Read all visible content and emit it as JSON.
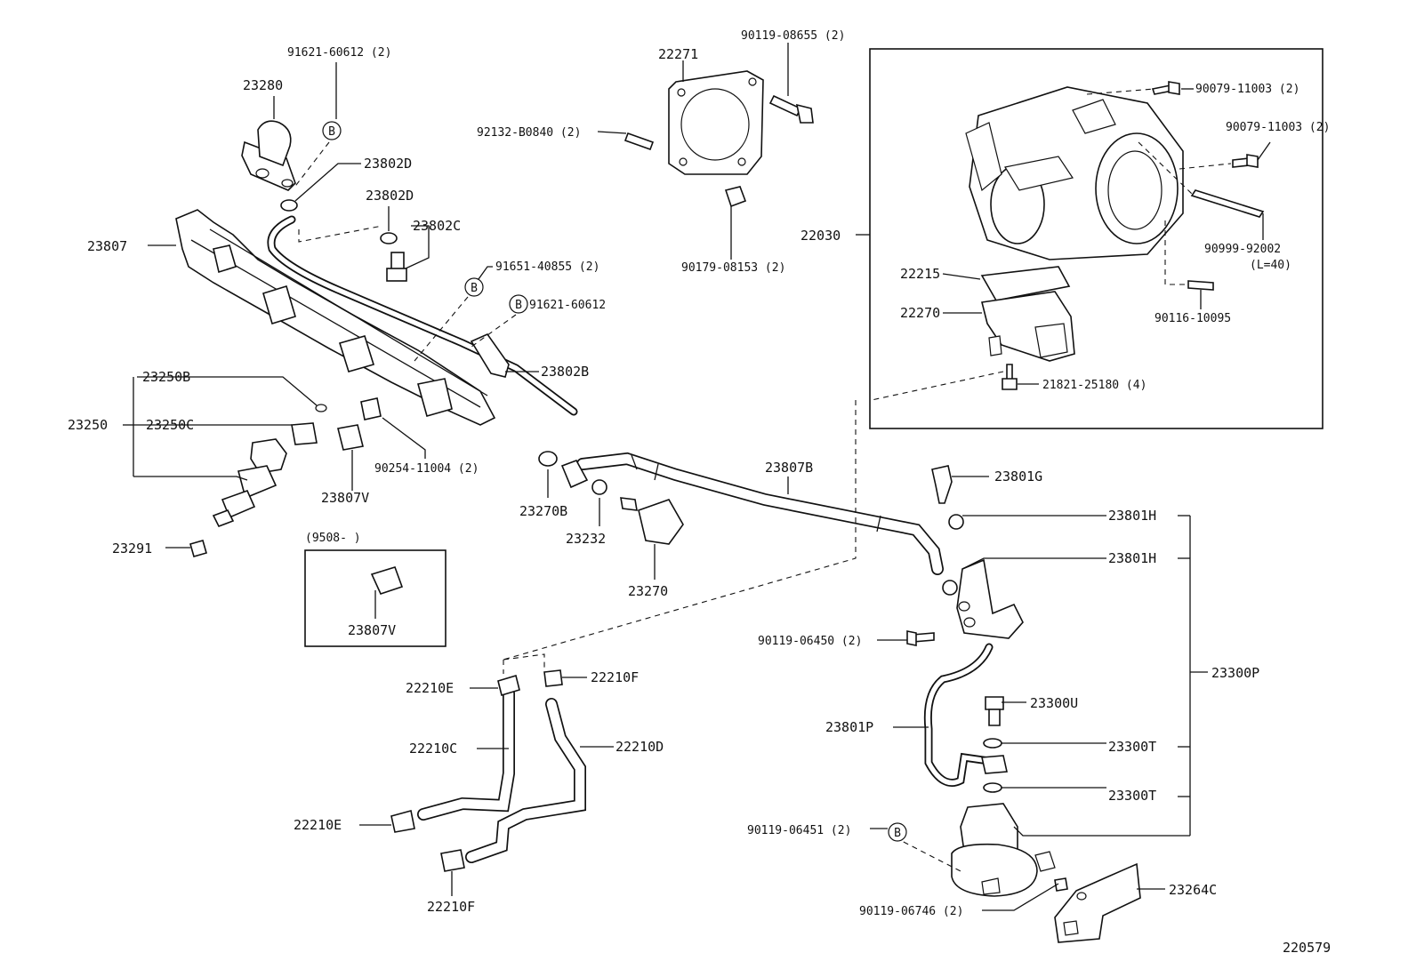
{
  "labels": {
    "p_91621_60612_2": "91621-60612 (2)",
    "p_23280": "23280",
    "p_23802D_a": "23802D",
    "p_23802D_b": "23802D",
    "p_23802C": "23802C",
    "p_23807": "23807",
    "p_91651_40855": "91651-40855 (2)",
    "p_91621_60612": "91621-60612",
    "p_23802B": "23802B",
    "p_23250B": "23250B",
    "p_23250": "23250",
    "p_23250C": "23250C",
    "p_90254_11004": "90254-11004 (2)",
    "p_23807V_a": "23807V",
    "p_23291": "23291",
    "p_9508": "(9508-          )",
    "p_23807V_b": "23807V",
    "p_90119_08655": "90119-08655 (2)",
    "p_22271": "22271",
    "p_92132_B0840": "92132-B0840 (2)",
    "p_90179_08153": "90179-08153 (2)",
    "p_22030": "22030",
    "p_90079_11003_a": "90079-11003 (2)",
    "p_90079_11003_b": "90079-11003 (2)",
    "p_90999_92002": "90999-92002",
    "p_L40": "(L=40)",
    "p_22215": "22215",
    "p_22270": "22270",
    "p_90116_10095": "90116-10095",
    "p_21821_25180": "21821-25180 (4)",
    "p_23807B": "23807B",
    "p_23270B": "23270B",
    "p_23232": "23232",
    "p_23270": "23270",
    "p_23801G": "23801G",
    "p_23801H_a": "23801H",
    "p_23801H_b": "23801H",
    "p_90119_06450": "90119-06450 (2)",
    "p_23300P": "23300P",
    "p_23300U": "23300U",
    "p_23801P": "23801P",
    "p_23300T_a": "23300T",
    "p_23300T_b": "23300T",
    "p_90119_06451": "90119-06451 (2)",
    "p_23264C": "23264C",
    "p_90119_06746": "90119-06746 (2)",
    "p_22210E_a": "22210E",
    "p_22210F_a": "22210F",
    "p_22210C": "22210C",
    "p_22210D": "22210D",
    "p_22210E_b": "22210E",
    "p_22210F_b": "22210F",
    "p_ref": "220579"
  },
  "markers": {
    "b": "B"
  }
}
